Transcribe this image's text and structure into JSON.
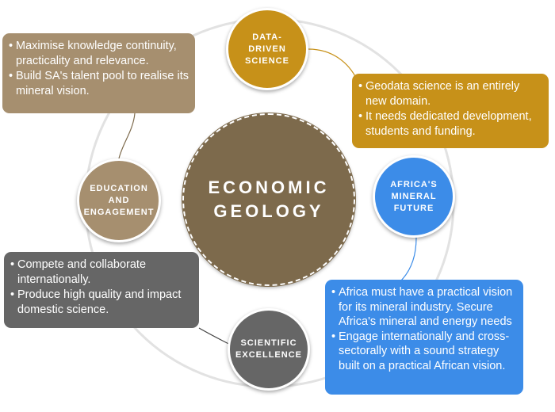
{
  "center": {
    "line1": "ECONOMIC",
    "line2": "GEOLOGY"
  },
  "nodes": {
    "data_driven": {
      "line1": "DATA-DRIVEN",
      "line2": "SCIENCE"
    },
    "education": {
      "line1": "EDUCATION",
      "line2": "AND",
      "line3": "ENGAGEMENT"
    },
    "africa": {
      "line1": "AFRICA'S",
      "line2": "MINERAL",
      "line3": "FUTURE"
    },
    "scientific": {
      "line1": "SCIENTIFIC",
      "line2": "EXCELLENCE"
    }
  },
  "boxes": {
    "education": [
      "Maximise knowledge continuity, practicality and relevance.",
      "Build SA's talent pool to realise its mineral vision."
    ],
    "data_driven": [
      "Geodata science is an entirely new domain.",
      "It needs dedicated development, students and funding."
    ],
    "scientific": [
      "Compete and collaborate internationally.",
      "Produce high quality and impact domestic science."
    ],
    "africa": [
      "Africa must have a practical vision for its mineral industry. Secure Africa's mineral and energy needs",
      "Engage internationally and cross-sectorally with a sound strategy built on a practical African vision."
    ]
  },
  "colors": {
    "center": "#7d6a4c",
    "data_driven": "#c79119",
    "education": "#a68f6f",
    "africa": "#3c8ce8",
    "scientific": "#666666"
  }
}
